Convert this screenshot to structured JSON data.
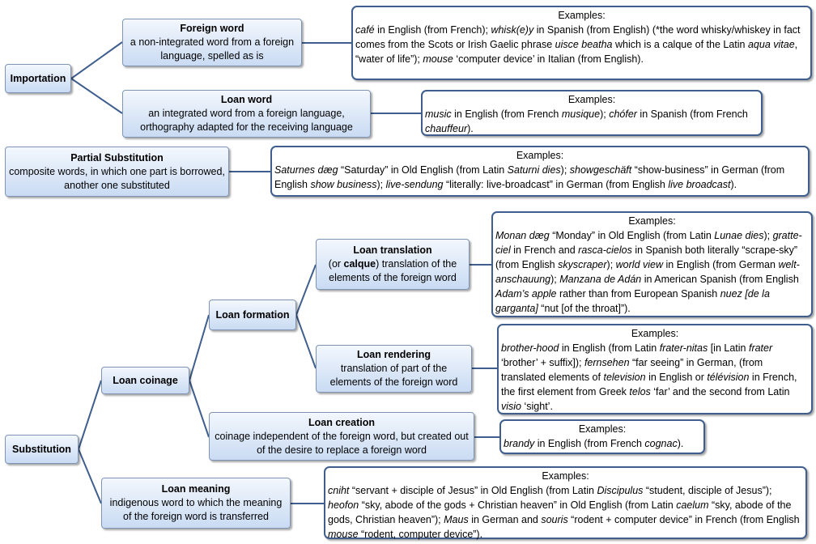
{
  "nodes": {
    "importation": {
      "title": "Importation"
    },
    "foreign_word": {
      "title": "Foreign word",
      "desc": "a non-integrated word from a foreign language, spelled as is"
    },
    "loan_word": {
      "title": "Loan word",
      "desc": "an integrated word from a foreign language, orthography adapted for the receiving language"
    },
    "partial_substitution": {
      "title": "Partial Substitution",
      "desc": "composite words, in which one part is borrowed, another one substituted"
    },
    "substitution": {
      "title": "Substitution"
    },
    "loan_coinage": {
      "title": "Loan coinage"
    },
    "loan_formation": {
      "title": "Loan formation"
    },
    "loan_translation": {
      "title": "Loan translation",
      "desc_pre": "(or ",
      "desc_bold": "calque",
      "desc_post": ") translation of the elements of the foreign word"
    },
    "loan_rendering": {
      "title": "Loan rendering",
      "desc": "translation of part of the elements of the foreign word"
    },
    "loan_creation": {
      "title": "Loan creation",
      "desc": "coinage independent of the foreign word, but created out of the desire to replace a foreign word"
    },
    "loan_meaning": {
      "title": "Loan meaning",
      "desc": "indigenous word to which the meaning of the foreign word is transferred"
    }
  },
  "examples_heading": "Examples:",
  "examples": {
    "foreign_word": [
      {
        "t": "café",
        "i": true
      },
      {
        "t": " in English (from French); "
      },
      {
        "t": "whisk(e)y",
        "i": true
      },
      {
        "t": " in Spanish (from English) (*the word whisky/whiskey in fact comes from the Scots or Irish Gaelic phrase "
      },
      {
        "t": "uisce beatha",
        "i": true
      },
      {
        "t": " which is a calque of the Latin "
      },
      {
        "t": "aqua vitae",
        "i": true
      },
      {
        "t": ", “water of life”); "
      },
      {
        "t": "mouse",
        "i": true
      },
      {
        "t": " ‘computer device’ in Italian (from English)."
      }
    ],
    "loan_word": [
      {
        "t": "music",
        "i": true
      },
      {
        "t": " in English (from French "
      },
      {
        "t": "musique",
        "i": true
      },
      {
        "t": "); "
      },
      {
        "t": "chófer",
        "i": true
      },
      {
        "t": " in Spanish (from French "
      },
      {
        "t": "chauffeur",
        "i": true
      },
      {
        "t": ")."
      }
    ],
    "partial_substitution": [
      {
        "t": "Saturnes dæg",
        "i": true
      },
      {
        "t": " “Saturday” in Old English (from  Latin "
      },
      {
        "t": "Saturni dies",
        "i": true
      },
      {
        "t": "); "
      },
      {
        "t": "showgeschäft",
        "i": true
      },
      {
        "t": " “show-business” in German (from English "
      },
      {
        "t": "show business",
        "i": true
      },
      {
        "t": "); "
      },
      {
        "t": "live-sendung",
        "i": true
      },
      {
        "t": " “literally: live-broadcast” in German (from English "
      },
      {
        "t": "live broadcast",
        "i": true
      },
      {
        "t": ")."
      }
    ],
    "loan_translation": [
      {
        "t": "Monan dæg",
        "i": true
      },
      {
        "t": " “Monday” in Old English (from Latin "
      },
      {
        "t": "Lunae dies",
        "i": true
      },
      {
        "t": "); "
      },
      {
        "t": "gratte-ciel",
        "i": true
      },
      {
        "t": " in French and "
      },
      {
        "t": "rasca-cielos",
        "i": true
      },
      {
        "t": " in Spanish both literally “scrape-sky” (from English "
      },
      {
        "t": "skyscraper",
        "i": true
      },
      {
        "t": "); "
      },
      {
        "t": "world view",
        "i": true
      },
      {
        "t": " in English (from German "
      },
      {
        "t": "welt-anschauung",
        "i": true
      },
      {
        "t": "); "
      },
      {
        "t": "Manzana de Adán",
        "i": true
      },
      {
        "t": " in American Spanish (from English "
      },
      {
        "t": "Adam’s apple",
        "i": true
      },
      {
        "t": " rather than from European Spanish "
      },
      {
        "t": "nuez [de la garganta]",
        "i": true
      },
      {
        "t": " “nut [of the throat]”)."
      }
    ],
    "loan_rendering": [
      {
        "t": "brother-hood",
        "i": true
      },
      {
        "t": " in English (from Latin "
      },
      {
        "t": "frater-nitas",
        "i": true
      },
      {
        "t": " [in Latin "
      },
      {
        "t": "frater",
        "i": true
      },
      {
        "t": " ‘brother’ + suffix]); "
      },
      {
        "t": "fernsehen",
        "i": true
      },
      {
        "t": " “far seeing” in German, (from translated elements of "
      },
      {
        "t": "television",
        "i": true
      },
      {
        "t": " in English or "
      },
      {
        "t": "télévision",
        "i": true
      },
      {
        "t": " in French, the first element from Greek "
      },
      {
        "t": "telos",
        "i": true
      },
      {
        "t": " ‘far’ and the second from Latin "
      },
      {
        "t": "visio",
        "i": true
      },
      {
        "t": " ‘sight’."
      }
    ],
    "loan_creation": [
      {
        "t": "brandy",
        "i": true
      },
      {
        "t": " in English (from French "
      },
      {
        "t": "cognac",
        "i": true
      },
      {
        "t": ")."
      }
    ],
    "loan_meaning": [
      {
        "t": "cniht",
        "i": true
      },
      {
        "t": " “servant + disciple of Jesus” in Old English (from Latin "
      },
      {
        "t": "Discipulus",
        "i": true
      },
      {
        "t": " “student, disciple of Jesus”); "
      },
      {
        "t": "heofon",
        "i": true
      },
      {
        "t": " “sky, abode of the gods + Christian heaven” in Old English (from Latin "
      },
      {
        "t": "caelum",
        "i": true
      },
      {
        "t": " “sky, abode of the gods, Christian heaven”); "
      },
      {
        "t": "Maus",
        "i": true
      },
      {
        "t": " in German and "
      },
      {
        "t": "souris",
        "i": true
      },
      {
        "t": " “rodent + computer device” in French (from English "
      },
      {
        "t": "mouse",
        "i": true
      },
      {
        "t": " “rodent, computer device”)."
      }
    ]
  },
  "colors": {
    "connector": "#3f5e8d",
    "node_top": "#f3f7fd",
    "node_bottom": "#c9dbf3",
    "node_border": "#7f93b3",
    "example_border": "#3f5e8d"
  }
}
